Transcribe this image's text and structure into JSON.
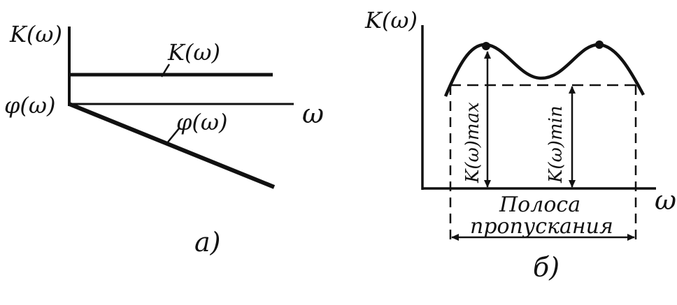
{
  "colors": {
    "ink": "#111111",
    "paper": "#ffffff"
  },
  "panel_a": {
    "y_label_top": "K(ω)",
    "y_label_phase": "φ(ω)",
    "curve_k_label": "K(ω)",
    "curve_phi_label": "φ(ω)",
    "x_label": "ω",
    "caption": "а)"
  },
  "panel_b": {
    "y_label": "K(ω)",
    "x_label": "ω",
    "k_max_label": "K(ω)max",
    "k_min_label": "K(ω)min",
    "band_label_line1": "Полоса",
    "band_label_line2": "пропускания",
    "caption": "б)"
  }
}
